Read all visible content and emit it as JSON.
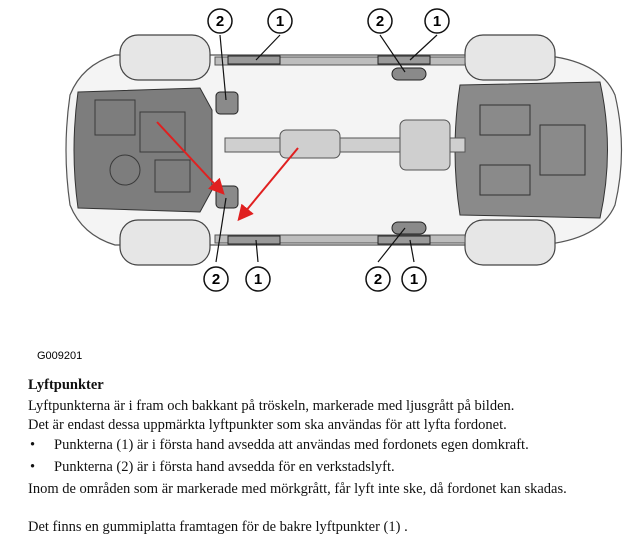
{
  "figure": {
    "code": "G009201",
    "callouts": [
      {
        "label": "2"
      },
      {
        "label": "1"
      },
      {
        "label": "2"
      },
      {
        "label": "1"
      },
      {
        "label": "2"
      },
      {
        "label": "1"
      },
      {
        "label": "2"
      },
      {
        "label": "1"
      }
    ]
  },
  "doc": {
    "heading": "Lyftpunkter",
    "line1": "Lyftpunkterna är i fram och bakkant på tröskeln, markerade med ljusgrått på bilden.",
    "line2": "Det är endast dessa uppmärkta lyftpunkter som ska användas för att lyfta fordonet.",
    "bullets": [
      "Punkterna (1) är i första hand avsedda att användas med fordonets egen domkraft.",
      "Punkterna (2) är i första hand avsedda för en verkstadslyft."
    ],
    "line3": "Inom de områden som är markerade med mörkgrått, får lyft inte ske, då fordonet kan skadas.",
    "line4": "Det finns en gummiplatta framtagen för de bakre lyftpunkter (1) ."
  }
}
